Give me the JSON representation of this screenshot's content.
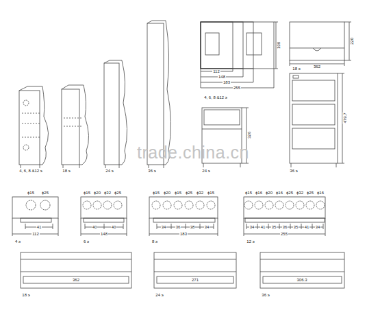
{
  "diagram": {
    "labels": [
      "4, 6, 8 &12 э",
      "18 э",
      "24 э",
      "36 э",
      "112",
      "148",
      "183",
      "255",
      "199",
      "4, 6, 8 &12 э",
      "362",
      "220",
      "18 э",
      "326",
      "479.7",
      "24 э",
      "36 э",
      "trade.china.cn",
      "ϕ15",
      "ϕ25",
      "41",
      "112",
      "4 э",
      "ϕ15",
      "ϕ20",
      "ϕ32",
      "ϕ25",
      "40",
      "40",
      "148",
      "6 э",
      "ϕ15",
      "ϕ20",
      "ϕ15",
      "ϕ25",
      "ϕ32",
      "ϕ15",
      "34",
      "36",
      "38",
      "34",
      "183",
      "8 э",
      "ϕ15",
      "ϕ16",
      "ϕ20",
      "ϕ16",
      "ϕ25",
      "ϕ32",
      "ϕ25",
      "ϕ16",
      "34",
      "41",
      "35",
      "36",
      "35",
      "41",
      "34",
      "255",
      "12 э",
      "362",
      "18 э",
      "271",
      "24 э",
      "306.3",
      "36 э"
    ]
  }
}
